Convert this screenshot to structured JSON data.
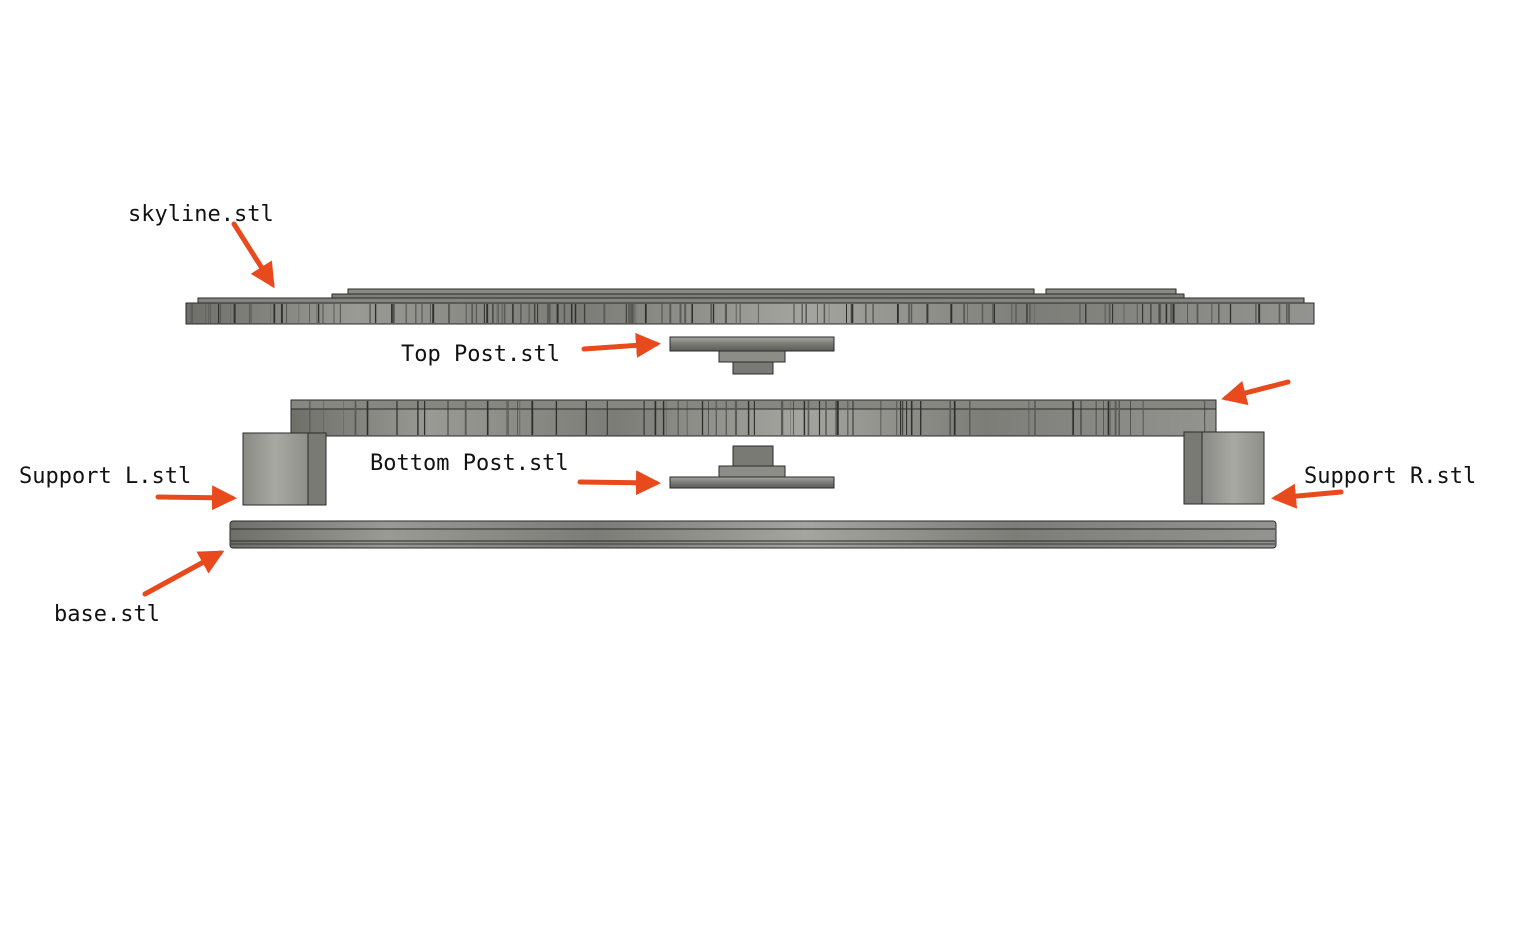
{
  "colors": {
    "arrow": "#e8491d",
    "part_fill": "#8e8e88",
    "part_dark": "#4a4a46",
    "part_light": "#b4b4ae",
    "outline": "#2a2a28",
    "background": "#ffffff"
  },
  "labels": {
    "skyline": "skyline.stl",
    "top_post": "Top Post.stl",
    "bottom_post": "Bottom Post.stl",
    "support_l": "Support L.stl",
    "support_r": "Support R.stl",
    "base": "base.stl"
  }
}
